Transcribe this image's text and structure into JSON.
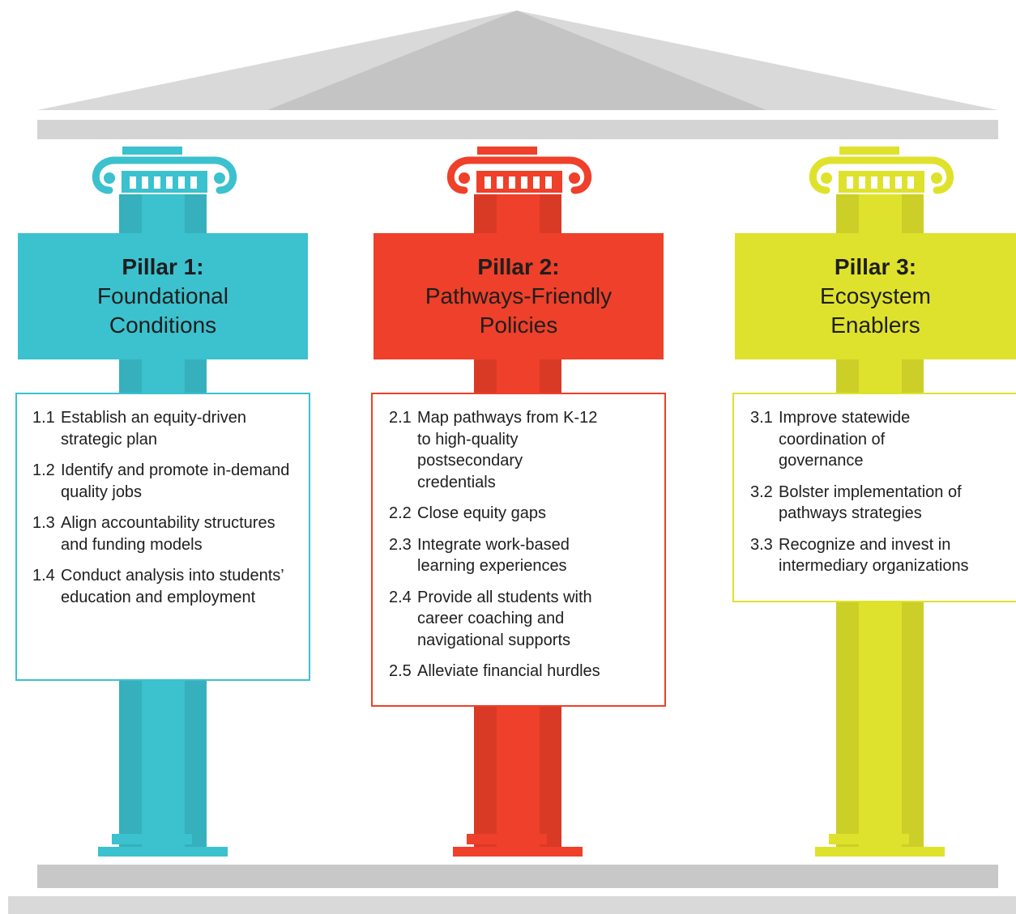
{
  "colors": {
    "roof_light": "#d9d9d9",
    "roof_dark": "#c4c4c4",
    "beam": "#d4d4d4",
    "pillar1": "#3cc1ce",
    "pillar2": "#ee402a",
    "pillar3": "#dfe22c"
  },
  "pillars": [
    {
      "label": "Pillar 1:",
      "title_lines": [
        "Foundational",
        "Conditions"
      ],
      "items": [
        {
          "num": "1.1",
          "text": "Establish an equity-driven strategic plan"
        },
        {
          "num": "1.2",
          "text": "Identify and promote in-demand quality jobs"
        },
        {
          "num": "1.3",
          "text": "Align accountability structures and funding models"
        },
        {
          "num": "1.4",
          "text": "Conduct analysis into students’ education and employment"
        }
      ]
    },
    {
      "label": "Pillar 2:",
      "title_lines": [
        "Pathways-Friendly",
        "Policies"
      ],
      "items": [
        {
          "num": "2.1",
          "text": "Map pathways from K-12 to high-quality postsecondary credentials"
        },
        {
          "num": "2.2",
          "text": "Close equity gaps"
        },
        {
          "num": "2.3",
          "text": "Integrate work-based learning experiences"
        },
        {
          "num": "2.4",
          "text": "Provide all students with career coaching and navigational supports"
        },
        {
          "num": "2.5",
          "text": "Alleviate financial hurdles"
        }
      ]
    },
    {
      "label": "Pillar 3:",
      "title_lines": [
        "Ecosystem",
        "Enablers"
      ],
      "items": [
        {
          "num": "3.1",
          "text": "Improve statewide coordination of governance"
        },
        {
          "num": "3.2",
          "text": "Bolster implementation of pathways strategies"
        },
        {
          "num": "3.3",
          "text": "Recognize and invest in intermediary organizations"
        }
      ]
    }
  ]
}
